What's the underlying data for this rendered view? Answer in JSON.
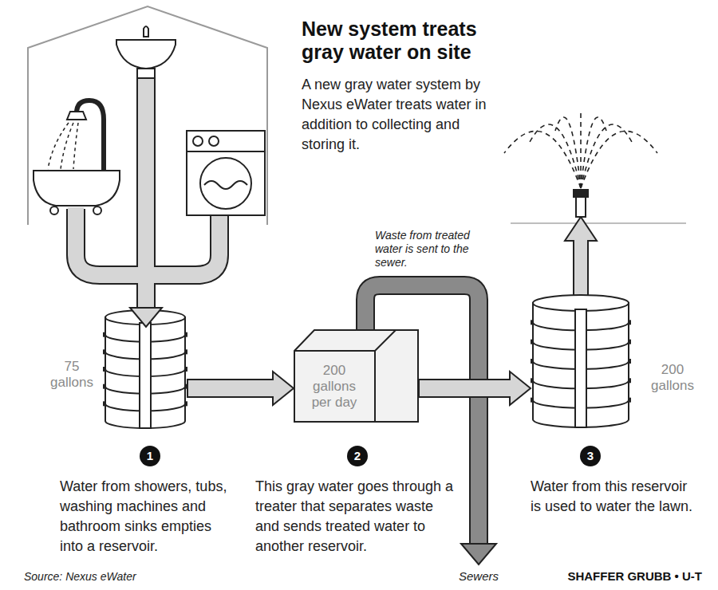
{
  "diagram": {
    "title": "New system treats gray water on site",
    "caption": "A new gray water system by Nexus eWater treats water in addition to collecting and storing it.",
    "nodes": [
      {
        "text": [
          "75 gallons"
        ]
      },
      {
        "text": [
          "200 gallons per day"
        ]
      },
      {
        "text": [
          "200 gallons"
        ]
      }
    ],
    "edges": [
      {
        "from": 0,
        "to": 1,
        "arrow": "to"
      },
      {
        "from": 1,
        "to": 2,
        "arrow": "to"
      }
    ],
    "labels": [
      "Waste from treated water is sent to the sewer.",
      "1",
      "Water from showers, tubs, washing machines and bathroom sinks empties into a reservoir.",
      "2",
      "This gray water goes through a treater that separates waste and sends treated water to another reservoir.",
      "3",
      "Water from this reservoir is used to water the lawn.",
      "Sewers",
      "Source: Nexus eWater",
      "SHAFFER GRUBB • U-T"
    ]
  }
}
